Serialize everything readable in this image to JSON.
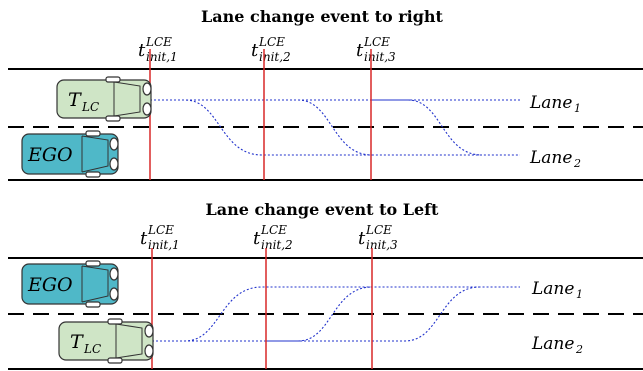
{
  "colors": {
    "ego_car": "#4fb8c8",
    "target_car": "#cfe5c6",
    "lane_change_marker": "#d92828",
    "trajectory": "#2233cc"
  },
  "panels": [
    {
      "title": "Lane change event to right",
      "direction": "right",
      "time_labels": [
        {
          "base": "t",
          "sup": "LCE",
          "sub": "init,1"
        },
        {
          "base": "t",
          "sup": "LCE",
          "sub": "init,2"
        },
        {
          "base": "t",
          "sup": "LCE",
          "sub": "init,3"
        }
      ],
      "lane_labels": [
        {
          "base": "Lane",
          "sub": "1"
        },
        {
          "base": "Lane",
          "sub": "2"
        }
      ],
      "vehicles": [
        {
          "label": "T",
          "sub": "LC",
          "role": "target",
          "lane": 1
        },
        {
          "label": "EGO",
          "sub": "",
          "role": "ego",
          "lane": 2
        }
      ]
    },
    {
      "title": "Lane change event to Left",
      "direction": "left",
      "time_labels": [
        {
          "base": "t",
          "sup": "LCE",
          "sub": "init,1"
        },
        {
          "base": "t",
          "sup": "LCE",
          "sub": "init,2"
        },
        {
          "base": "t",
          "sup": "LCE",
          "sub": "init,3"
        }
      ],
      "lane_labels": [
        {
          "base": "Lane",
          "sub": "1"
        },
        {
          "base": "Lane",
          "sub": "2"
        }
      ],
      "vehicles": [
        {
          "label": "EGO",
          "sub": "",
          "role": "ego",
          "lane": 1
        },
        {
          "label": "T",
          "sub": "LC",
          "role": "target",
          "lane": 2
        }
      ]
    }
  ]
}
